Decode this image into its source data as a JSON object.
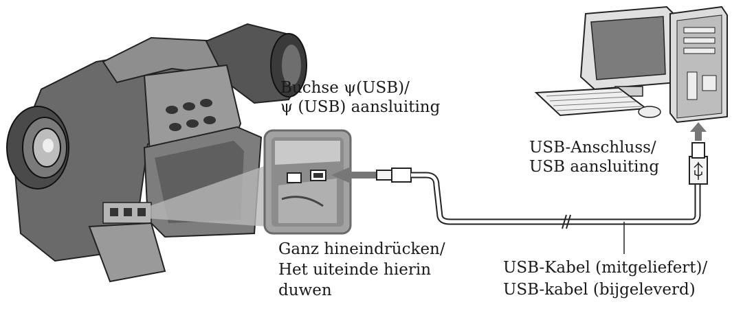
{
  "labels": {
    "port_camera": {
      "line1": "Buchse ψ(USB)/",
      "line2": "ψ (USB) aansluiting"
    },
    "port_pc": {
      "line1": "USB-Anschluss/",
      "line2": "USB aansluiting"
    },
    "push_in": {
      "line1": "Ganz hineindrücken/",
      "line2": "Het uiteinde hierin",
      "line3": "duwen"
    },
    "cable": {
      "line1": "USB-Kabel (mitgeliefert)/",
      "line2": "USB-kabel (bijgeleverd)"
    }
  },
  "colors": {
    "ink": "#1a1a1a",
    "body_dark": "#5a5a5a",
    "body_mid": "#8a8a8a",
    "body_light": "#c8c8c8",
    "zoom_panel": "#9b9b9b",
    "arrow": "#7a7a7a",
    "screen": "#eeeeee"
  },
  "icons": {
    "usb_symbol": "usb-trident-icon"
  }
}
